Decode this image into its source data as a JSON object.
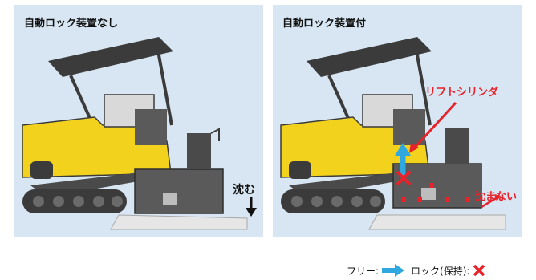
{
  "left_panel": {
    "title": "自動ロック装置なし",
    "sink_label": "沈む"
  },
  "right_panel": {
    "title": "自動ロック装置付",
    "cylinder_label": "リフトシリンダ",
    "no_sink_label": "沈まない"
  },
  "legend": {
    "free_label": "フリー:",
    "lock_label": "ロック(保持):"
  },
  "colors": {
    "panel_bg": "#d7e6f2",
    "machine_yellow": "#f2d21c",
    "machine_dark": "#3b3b3b",
    "accent_red": "#e8222a",
    "free_blue": "#2fa7df"
  },
  "icons": [
    "paver-machine",
    "down-arrow-icon",
    "red-arrow-icon",
    "free-arrow-icon",
    "lock-x-icon"
  ]
}
